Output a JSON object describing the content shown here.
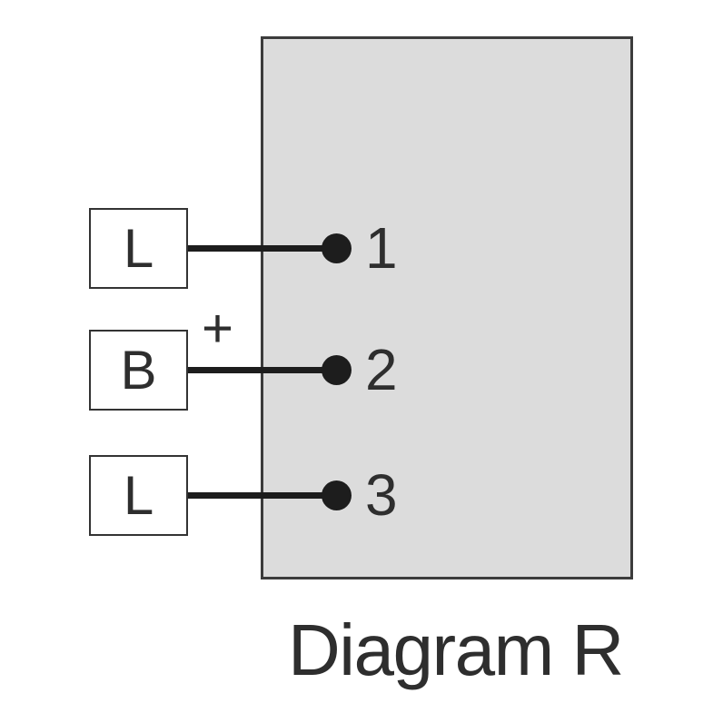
{
  "colors": {
    "background": "#ffffff",
    "device_fill": "#dcdcdc",
    "device_border": "#3c3c3c",
    "label_box_border": "#333333",
    "wire": "#1d1d1d",
    "text": "#2e2e2e"
  },
  "diagram": {
    "caption": "Diagram R",
    "terminals": [
      {
        "label": "L",
        "terminal": "1",
        "polarity": ""
      },
      {
        "label": "B",
        "terminal": "2",
        "polarity": "+"
      },
      {
        "label": "L",
        "terminal": "3",
        "polarity": ""
      }
    ]
  }
}
